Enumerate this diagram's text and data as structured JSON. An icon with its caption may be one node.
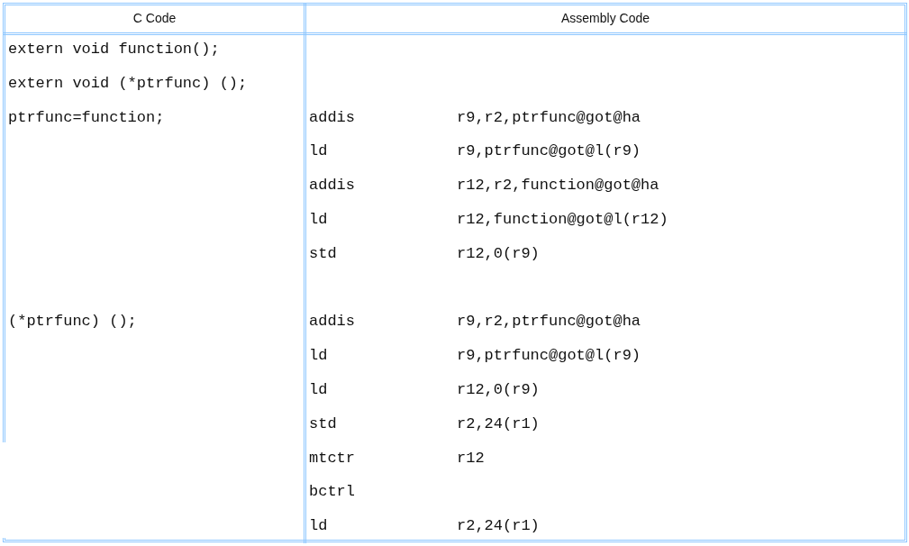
{
  "diagram": {
    "labels": [
      "C Code",
      "Assembly Code",
      "extern void function();",
      "extern void (*ptrfunc) ();",
      "ptrfunc=function;",
      "addis",
      "r9,r2,ptrfunc@got@ha",
      "ld",
      "r9,ptrfunc@got@l(r9)",
      "addis",
      "r12,r2,function@got@ha",
      "ld",
      "r12,function@got@l(r12)",
      "std",
      "r12,0(r9)",
      "(*ptrfunc) ();",
      "addis",
      "r9,r2,ptrfunc@got@ha",
      "ld",
      "r9,ptrfunc@got@l(r9)",
      "ld",
      "r12,0(r9)",
      "std",
      "r2,24(r1)",
      "mtctr",
      "r12",
      "bctrl",
      "ld",
      "r2,24(r1)"
    ]
  }
}
